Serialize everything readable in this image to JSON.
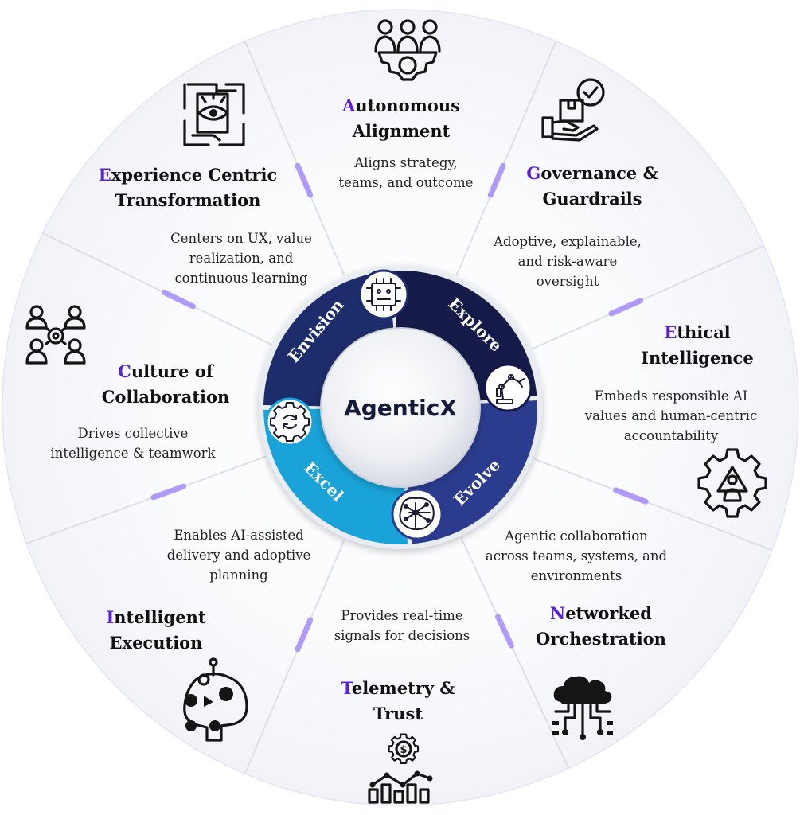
{
  "core": {
    "label": "AgenticX"
  },
  "ring": [
    {
      "id": "envision",
      "label": "Envision",
      "icon": "circuit-chip-icon",
      "color": "#1d2c6b"
    },
    {
      "id": "explore",
      "label": "Explore",
      "icon": "robot-arm-icon",
      "color": "#151a48"
    },
    {
      "id": "evolve",
      "label": "Evolve",
      "icon": "neural-network-icon",
      "color": "#2b3c8e"
    },
    {
      "id": "excel",
      "label": "Excel",
      "icon": "gear-cycle-icon",
      "color": "#19a3d8"
    }
  ],
  "sectors": [
    {
      "id": "autonomous-alignment",
      "cap": "A",
      "title_rest": [
        "utonomous",
        "Alignment"
      ],
      "desc": [
        "Aligns strategy,",
        "teams, and outcome"
      ],
      "icon": "team-gear-icon"
    },
    {
      "id": "governance-guardrails",
      "cap": "G",
      "title_rest": [
        "overnance &",
        "Guardrails"
      ],
      "desc": [
        "Adoptive, explainable,",
        "and risk-aware",
        "oversight"
      ],
      "icon": "hand-box-check-icon"
    },
    {
      "id": "ethical-intelligence",
      "cap": "E",
      "title_rest": [
        "thical",
        "Intelligence"
      ],
      "desc": [
        "Embeds responsible AI",
        "values and human-centric",
        "accountability"
      ],
      "icon": "gear-person-icon"
    },
    {
      "id": "networked-orchestration",
      "cap": "N",
      "title_rest": [
        "etworked",
        "Orchestration"
      ],
      "desc": [
        "Agentic collaboration",
        "across teams, systems, and",
        "environments"
      ],
      "icon": "cloud-network-icon"
    },
    {
      "id": "telemetry-trust",
      "cap": "T",
      "title_rest": [
        "elemetry &",
        "Trust"
      ],
      "desc": [
        "Provides real-time",
        "signals for decisions"
      ],
      "icon": "dollar-gear-chart-icon"
    },
    {
      "id": "intelligent-execution",
      "cap": "I",
      "title_rest": [
        "ntelligent",
        "Execution"
      ],
      "desc": [
        "Enables AI-assisted",
        "delivery and adoptive",
        "planning"
      ],
      "icon": "robot-head-gears-icon"
    },
    {
      "id": "culture-collaboration",
      "cap": "C",
      "title_rest": [
        "ulture of",
        "Collaboration"
      ],
      "desc": [
        "Drives collective",
        "intelligence & teamwork"
      ],
      "icon": "people-gear-network-icon"
    },
    {
      "id": "experience-transformation",
      "cap": "E",
      "title_rest": [
        "xperience Centric",
        "Transformation"
      ],
      "desc": [
        "Centers on UX, value",
        "realization, and",
        "continuous learning"
      ],
      "icon": "eye-puzzle-hands-icon"
    }
  ],
  "colors": {
    "accent": "#5b21d6",
    "divider_accent": "#a78bfa",
    "sector_border": "#dde0e8"
  }
}
